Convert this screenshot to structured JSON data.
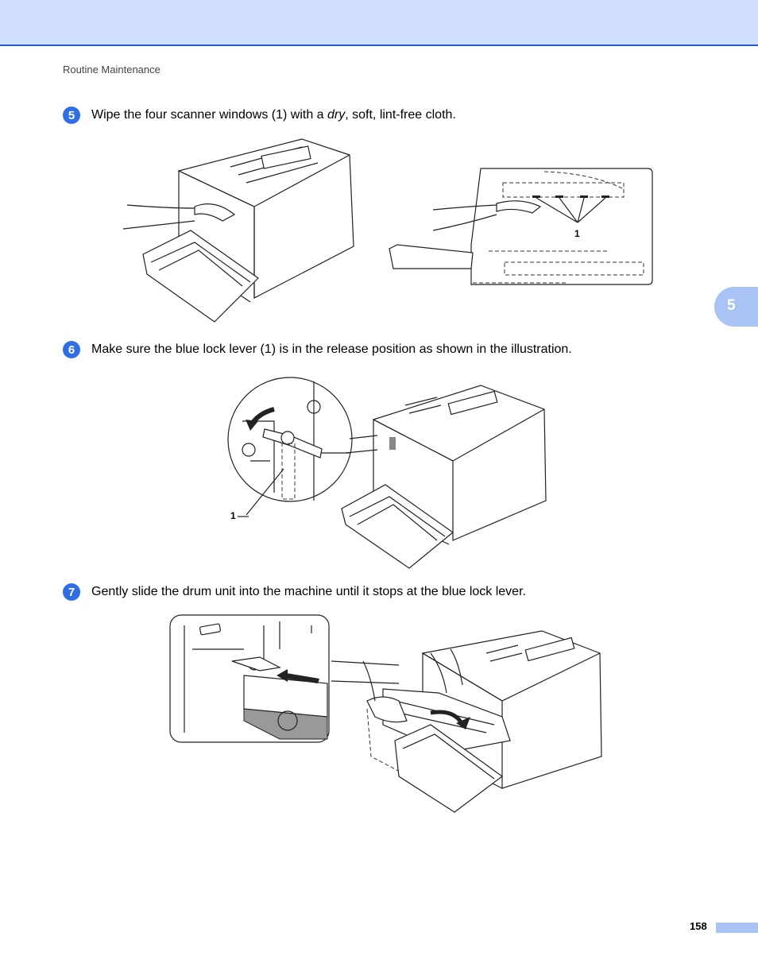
{
  "header": {
    "section_title": "Routine Maintenance"
  },
  "chapter_tab": {
    "number": "5"
  },
  "steps": [
    {
      "number": "5",
      "text_before": "Wipe the four scanner windows (1) with a ",
      "text_em": "dry",
      "text_after": ", soft, lint-free cloth."
    },
    {
      "number": "6",
      "text": "Make sure the blue lock lever (1) is in the release position as shown in the illustration."
    },
    {
      "number": "7",
      "text": "Gently slide the drum unit into the machine until it stops at the blue lock lever."
    }
  ],
  "figure_labels": {
    "scanner_windows_callout": "1",
    "lock_lever_callout": "1"
  },
  "footer": {
    "page_number": "158"
  },
  "colors": {
    "accent": "#2f6ee8",
    "band": "#cfdffc",
    "tab": "#a9c3f5"
  }
}
